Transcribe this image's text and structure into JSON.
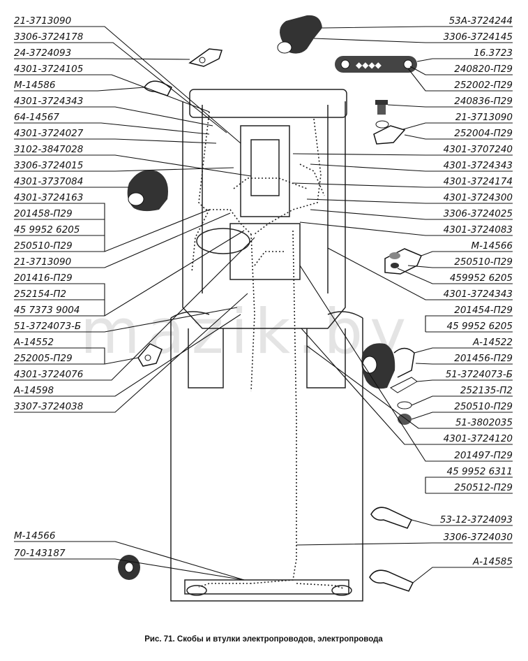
{
  "watermark": "mazik.by",
  "caption": "Рис. 71. Скобы и втулки электропроводов, электропровода",
  "labels_left": [
    "21-3713090",
    "3306-3724178",
    "24-3724093",
    "4301-3724105",
    "M-14586",
    "4301-3724343",
    "64-14567",
    "4301-3724027",
    "3102-3847028",
    "3306-3724015",
    "4301-3737084",
    "4301-3724163",
    "201458-П29",
    "45 9952 6205",
    "250510-П29",
    "21-3713090",
    "201416-П29",
    "252154-П2",
    "45 7373 9004",
    "51-3724073-Б",
    "А-14552",
    "252005-П29",
    "4301-3724076",
    "А-14598",
    "3307-3724038",
    "M-14566",
    "70-143187"
  ],
  "labels_right": [
    "53А-3724244",
    "3306-3724145",
    "16.3723",
    "240820-П29",
    "252002-П29",
    "240836-П29",
    "21-3713090",
    "252004-П29",
    "4301-3707240",
    "4301-3724343",
    "4301-3724174",
    "4301-3724300",
    "3306-3724025",
    "4301-3724083",
    "M-14566",
    "250510-П29",
    "459952 6205",
    "4301-3724343",
    "201454-П29",
    "45 9952 6205",
    "А-14522",
    "201456-П29",
    "51-3724073-Б",
    "252135-П2",
    "250510-П29",
    "51-3802035",
    "4301-3724120",
    "201497-П29",
    "45 9952 6311",
    "250512-П29",
    "53-12-3724093",
    "3306-3724030",
    "А-14585"
  ]
}
